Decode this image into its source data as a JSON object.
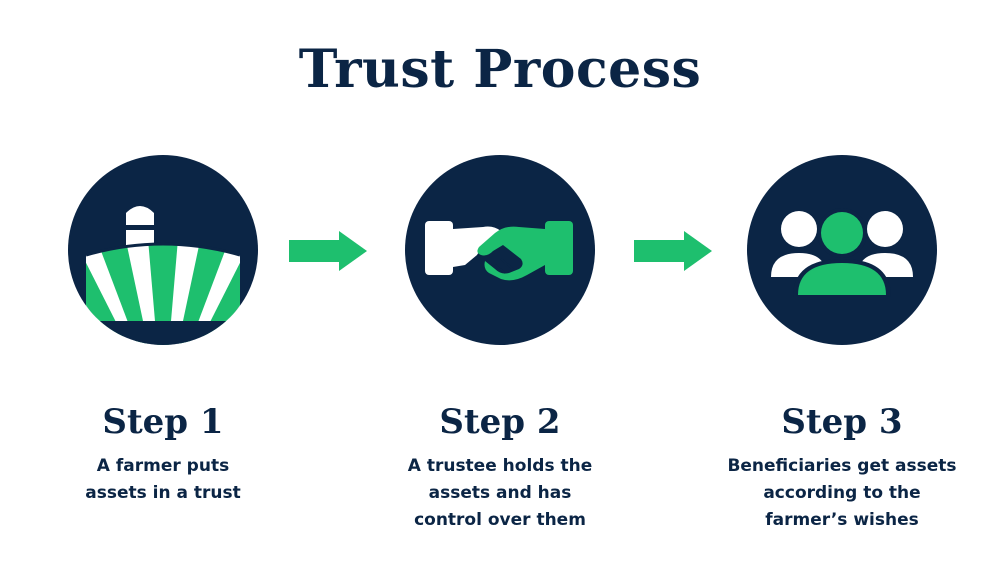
{
  "colors": {
    "navy": "#0b2545",
    "green": "#1ebf6e",
    "white": "#ffffff"
  },
  "title": "Trust Process",
  "steps": [
    {
      "title": "Step 1",
      "icon": "farm-silo-icon",
      "lines": [
        "A farmer puts",
        "assets in a trust"
      ]
    },
    {
      "title": "Step 2",
      "icon": "handshake-icon",
      "lines": [
        "A trustee holds the",
        "assets and has",
        "control over them"
      ]
    },
    {
      "title": "Step 3",
      "icon": "people-group-icon",
      "lines": [
        "Beneficiaries get assets",
        "according to the",
        "farmer’s wishes"
      ]
    }
  ]
}
